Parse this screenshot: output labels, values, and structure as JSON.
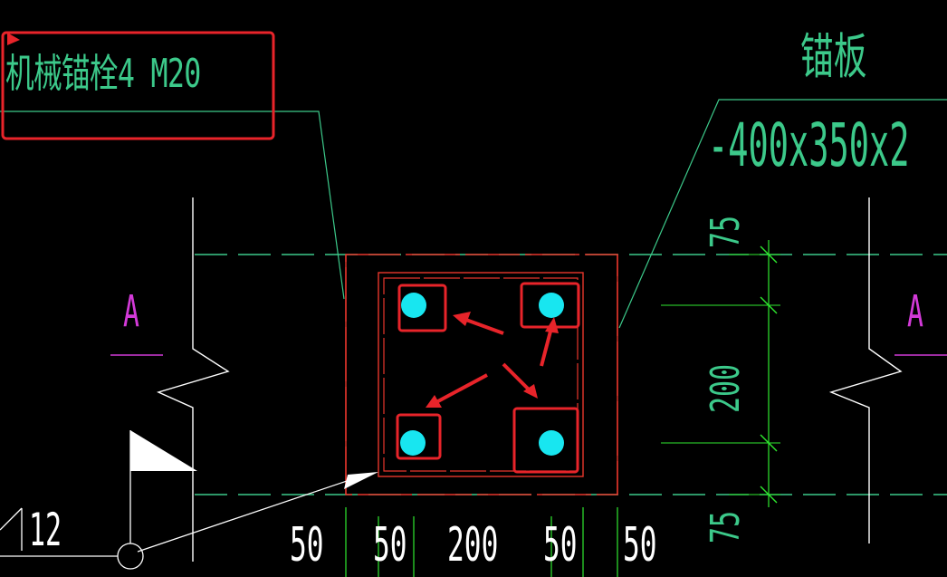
{
  "labels": {
    "bolt_callout": "机械锚栓4 M20",
    "plate_name": "锚板",
    "plate_size": "-400x350x2",
    "section_left": "A",
    "section_right": "A",
    "elevation": "12",
    "dim_75_top": "75",
    "dim_200_vertical": "200",
    "dim_75_bottom": "75",
    "dim_bottom": [
      "50",
      "50",
      "200",
      "50",
      "50"
    ]
  },
  "colors": {
    "background": "#000000",
    "cad_green": "#3cc98a",
    "plate_red": "#e8362c",
    "highlight_red": "#e8242a",
    "bolt_cyan": "#18e6f0",
    "section_magenta": "#d33ad8",
    "dim_green": "#2fe82f",
    "white": "#ffffff"
  },
  "icons": {
    "bolt": "filled-circle",
    "flag": "triangle-flag",
    "arrow": "red-arrow"
  }
}
